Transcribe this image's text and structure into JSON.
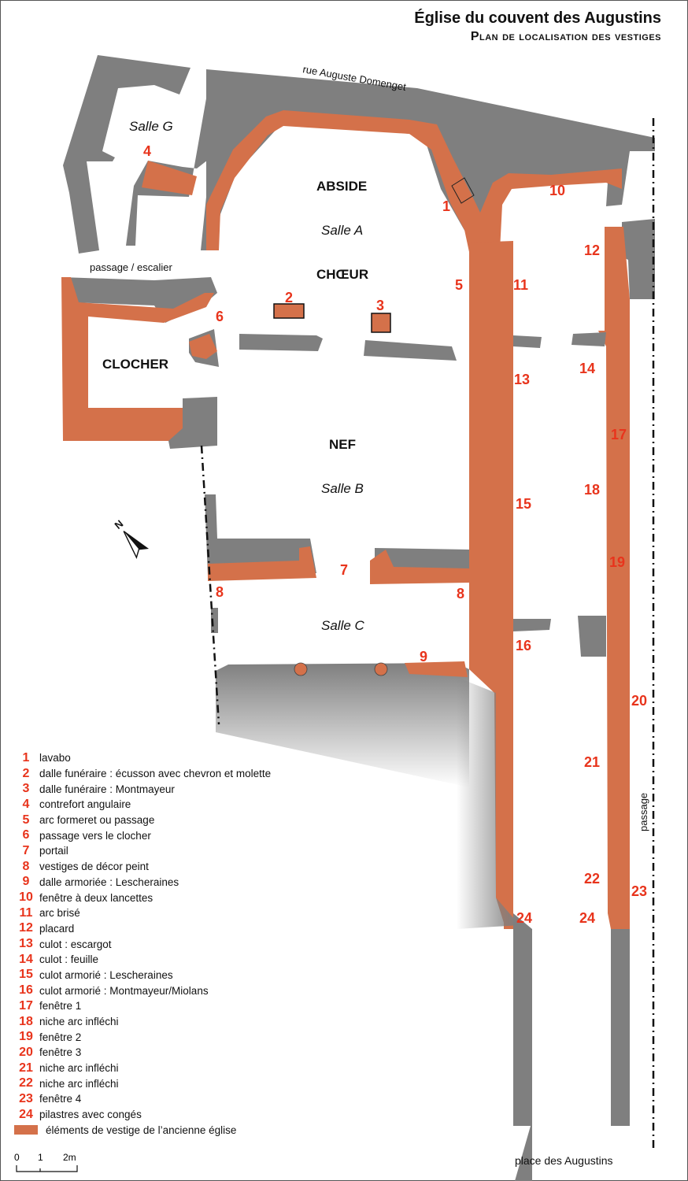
{
  "title": {
    "line1": "Église du couvent des Augustins",
    "line2": "Plan de localisation des vestiges"
  },
  "colors": {
    "wall": "#7f7f7f",
    "vestige": "#d4714a",
    "number": "#e8341c",
    "outline": "#222222"
  },
  "map_labels": {
    "street_top": "rue Auguste Domenget",
    "salle_g": "Salle G",
    "abside": "ABSIDE",
    "salle_a": "Salle A",
    "choeur": "CHŒUR",
    "passage_escalier": "passage / escalier",
    "clocher": "CLOCHER",
    "nef": "NEF",
    "salle_b": "Salle B",
    "salle_c": "Salle C",
    "passage_right": "passage",
    "place": "place des Augustins"
  },
  "markers": [
    "1",
    "2",
    "3",
    "4",
    "5",
    "6",
    "7",
    "8",
    "8",
    "9",
    "10",
    "11",
    "12",
    "13",
    "14",
    "15",
    "16",
    "17",
    "18",
    "19",
    "20",
    "21",
    "22",
    "23",
    "24",
    "24"
  ],
  "legend": [
    {
      "num": "1",
      "text": "lavabo"
    },
    {
      "num": "2",
      "text": "dalle funéraire : écusson avec chevron et molette"
    },
    {
      "num": "3",
      "text": "dalle funéraire : Montmayeur"
    },
    {
      "num": "4",
      "text": "contrefort angulaire"
    },
    {
      "num": "5",
      "text": "arc formeret ou passage"
    },
    {
      "num": "6",
      "text": "passage vers le clocher"
    },
    {
      "num": "7",
      "text": "portail"
    },
    {
      "num": "8",
      "text": "vestiges de décor peint"
    },
    {
      "num": "9",
      "text": "dalle armoriée : Lescheraines"
    },
    {
      "num": "10",
      "text": "fenêtre à deux lancettes"
    },
    {
      "num": "11",
      "text": "arc brisé"
    },
    {
      "num": "12",
      "text": "placard"
    },
    {
      "num": "13",
      "text": "culot : escargot"
    },
    {
      "num": "14",
      "text": "culot : feuille"
    },
    {
      "num": "15",
      "text": "culot armorié : Lescheraines"
    },
    {
      "num": "16",
      "text": "culot armorié : Montmayeur/Miolans"
    },
    {
      "num": "17",
      "text": "fenêtre 1"
    },
    {
      "num": "18",
      "text": "niche arc infléchi"
    },
    {
      "num": "19",
      "text": "fenêtre 2"
    },
    {
      "num": "20",
      "text": "fenêtre 3"
    },
    {
      "num": "21",
      "text": "niche arc infléchi"
    },
    {
      "num": "22",
      "text": "niche arc infléchi"
    },
    {
      "num": "23",
      "text": "fenêtre 4"
    },
    {
      "num": "24",
      "text": "pilastres avec congés"
    }
  ],
  "legend_swatch_text": "éléments de vestige de l’ancienne église",
  "scale": {
    "t0": "0",
    "t1": "1",
    "t2": "2m"
  },
  "north_letter": "N"
}
